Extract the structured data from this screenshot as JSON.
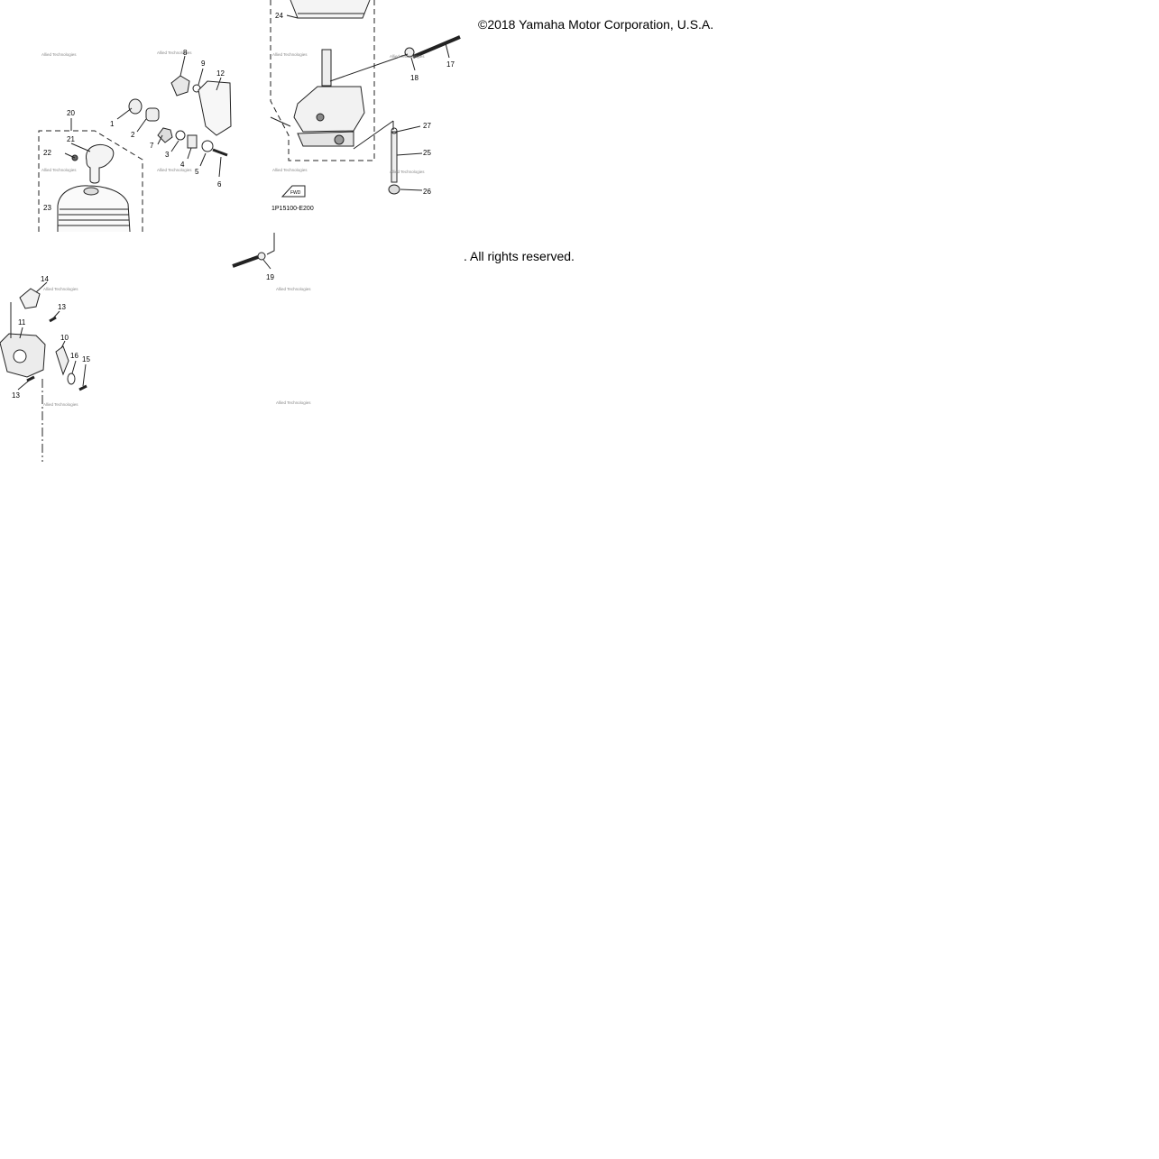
{
  "copyright_line1": "©2018 Yamaha Motor Corporation, U.S.A.",
  "copyright_line2": ". All rights reserved.",
  "figure_code": "1P15100-E200",
  "fwd_label": "FWD",
  "watermark": "Allied Technologies",
  "parts": {
    "p1": "1",
    "p2": "2",
    "p3": "3",
    "p4": "4",
    "p5": "5",
    "p6": "6",
    "p7": "7",
    "p8": "8",
    "p9": "9",
    "p10": "10",
    "p11": "11",
    "p12": "12",
    "p13a": "13",
    "p13b": "13",
    "p14": "14",
    "p15": "15",
    "p16": "16",
    "p17": "17",
    "p18": "18",
    "p19": "19",
    "p20": "20",
    "p21": "21",
    "p22": "22",
    "p23": "23",
    "p24": "24",
    "p25": "25",
    "p26": "26",
    "p27": "27"
  }
}
